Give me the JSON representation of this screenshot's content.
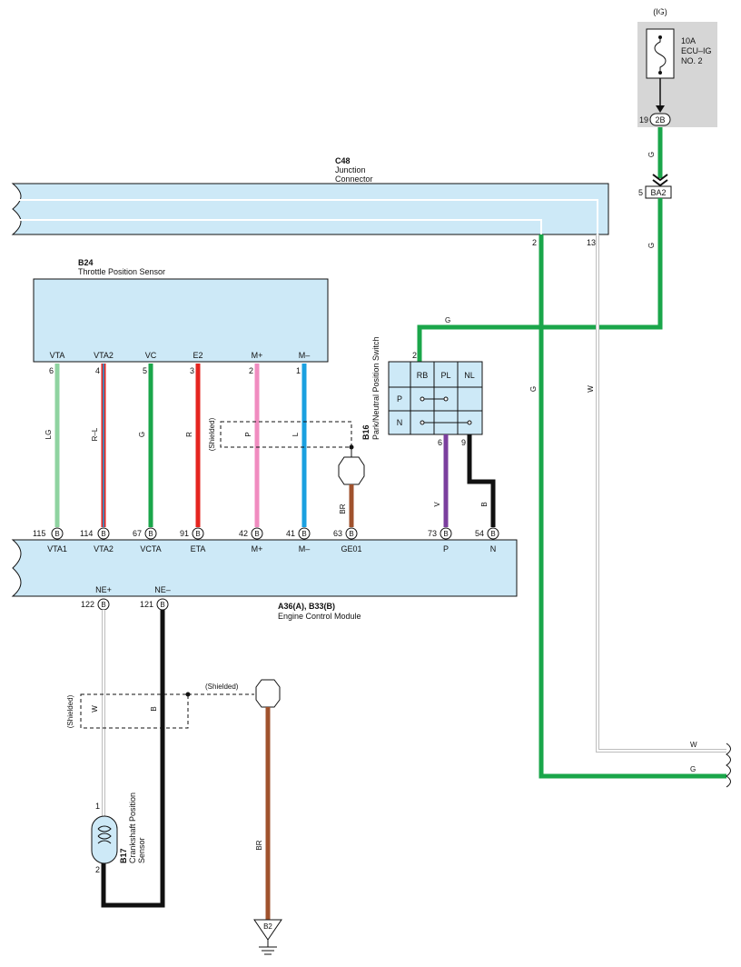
{
  "colors": {
    "box_fill": "#cde9f7",
    "fuse_box": "#d6d6d6",
    "green": "#1aa64a",
    "light_green": "#8fd3a0",
    "red": "#e52520",
    "blue": "#1aa0e0",
    "pink": "#f08cc0",
    "brown": "#a0522d",
    "purple": "#7b3f9e",
    "black": "#111111",
    "white_wire": "#bdbdbd"
  },
  "fuse": {
    "ig": "(IG)",
    "rating": "10A",
    "name1": "ECU–IG",
    "name2": "NO. 2",
    "pin": "19",
    "connector": "2B"
  },
  "junction": {
    "id": "C48",
    "line1": "Junction",
    "line2": "Connector",
    "pin_a": "2",
    "pin_b": "13"
  },
  "ba2": {
    "pin": "5",
    "label": "BA2"
  },
  "sensor": {
    "id": "B24",
    "name": "Throttle Position Sensor",
    "terminals": [
      {
        "name": "VTA",
        "pin": "6",
        "wire": "LG"
      },
      {
        "name": "VTA2",
        "pin": "4",
        "wire": "R–L"
      },
      {
        "name": "VC",
        "pin": "5",
        "wire": "G"
      },
      {
        "name": "E2",
        "pin": "3",
        "wire": "R"
      },
      {
        "name": "M+",
        "pin": "2",
        "wire": "P"
      },
      {
        "name": "M–",
        "pin": "1",
        "wire": "L"
      }
    ]
  },
  "shielded": "(Shielded)",
  "ecm": {
    "id": "A36(A), B33(B)",
    "name": "Engine Control Module",
    "conn": "B",
    "top_pins": [
      {
        "pin": "115",
        "name": "VTA1"
      },
      {
        "pin": "114",
        "name": "VTA2"
      },
      {
        "pin": "67",
        "name": "VCTA"
      },
      {
        "pin": "91",
        "name": "ETA"
      },
      {
        "pin": "42",
        "name": "M+"
      },
      {
        "pin": "41",
        "name": "M–"
      },
      {
        "pin": "63",
        "name": "GE01"
      },
      {
        "pin": "73",
        "name": "P"
      },
      {
        "pin": "54",
        "name": "N"
      }
    ],
    "bottom_pins": [
      {
        "pin": "122",
        "name": "NE+"
      },
      {
        "pin": "121",
        "name": "NE–"
      }
    ]
  },
  "pnp": {
    "id": "B16",
    "name": "Park/Neutral Position Switch",
    "cols": [
      "RB",
      "PL",
      "NL"
    ],
    "rows": [
      "P",
      "N"
    ],
    "pin_in": "2",
    "pin_p": "6",
    "pin_n": "9",
    "wire_p": "V",
    "wire_n": "B"
  },
  "wires": {
    "g": "G",
    "w": "W",
    "br": "BR",
    "b": "B"
  },
  "crank": {
    "id": "B17",
    "line1": "Crankshaft Position",
    "line2": "Sensor",
    "pin1": "1",
    "pin2": "2"
  },
  "ground": {
    "label": "B2"
  }
}
